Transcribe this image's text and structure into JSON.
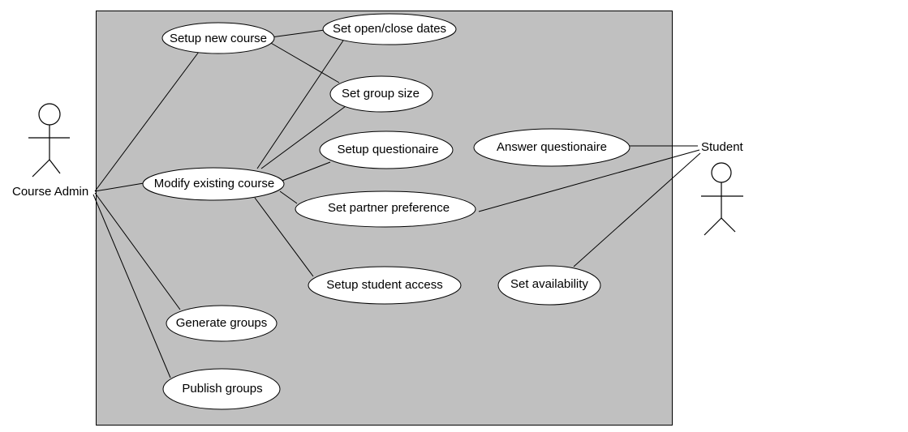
{
  "diagram": {
    "type": "uml-use-case",
    "system_boundary_color": "#c0c0c0",
    "actors": {
      "admin": {
        "label": "Course Admin"
      },
      "student": {
        "label": "Student"
      }
    },
    "use_cases": {
      "setup_new_course": "Setup new course",
      "set_open_close_dates": "Set open/close dates",
      "set_group_size": "Set group size",
      "setup_questionaire": "Setup questionaire",
      "answer_questionaire": "Answer questionaire",
      "modify_existing_course": "Modify existing course",
      "set_partner_preference": "Set partner preference",
      "setup_student_access": "Setup student access",
      "set_availability": "Set availability",
      "generate_groups": "Generate groups",
      "publish_groups": "Publish groups"
    },
    "associations": [
      [
        "admin",
        "setup_new_course"
      ],
      [
        "admin",
        "modify_existing_course"
      ],
      [
        "admin",
        "generate_groups"
      ],
      [
        "admin",
        "publish_groups"
      ],
      [
        "setup_new_course",
        "set_open_close_dates"
      ],
      [
        "setup_new_course",
        "set_group_size"
      ],
      [
        "modify_existing_course",
        "set_open_close_dates"
      ],
      [
        "modify_existing_course",
        "set_group_size"
      ],
      [
        "modify_existing_course",
        "setup_questionaire"
      ],
      [
        "modify_existing_course",
        "set_partner_preference"
      ],
      [
        "modify_existing_course",
        "setup_student_access"
      ],
      [
        "student",
        "answer_questionaire"
      ],
      [
        "student",
        "set_partner_preference"
      ],
      [
        "student",
        "set_availability"
      ]
    ]
  }
}
